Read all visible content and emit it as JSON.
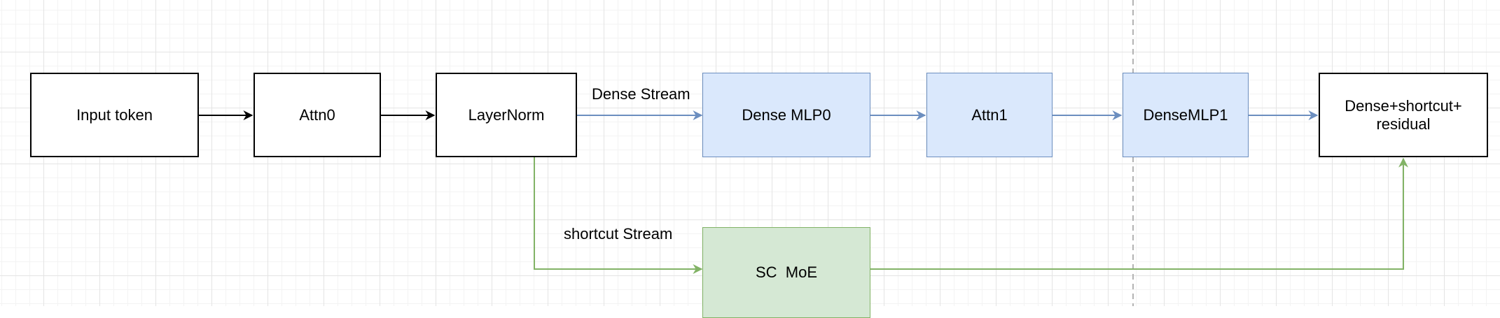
{
  "diagram": {
    "nodes": [
      {
        "id": "input",
        "label": "Input token",
        "style": "plain"
      },
      {
        "id": "attn0",
        "label": "Attn0",
        "style": "plain"
      },
      {
        "id": "layernorm",
        "label": "LayerNorm",
        "style": "plain"
      },
      {
        "id": "dense_mlp0",
        "label": "Dense MLP0",
        "style": "blue"
      },
      {
        "id": "attn1",
        "label": "Attn1",
        "style": "blue"
      },
      {
        "id": "dense_mlp1",
        "label": "DenseMLP1",
        "style": "blue"
      },
      {
        "id": "output",
        "label": "Dense+shortcut+\nresidual",
        "style": "plain"
      },
      {
        "id": "sc_moe",
        "label": "SC  MoE",
        "style": "green"
      }
    ],
    "edges": [
      {
        "from": "input",
        "to": "attn0",
        "color": "black"
      },
      {
        "from": "attn0",
        "to": "layernorm",
        "color": "black"
      },
      {
        "from": "layernorm",
        "to": "dense_mlp0",
        "color": "blue",
        "label": "Dense Stream"
      },
      {
        "from": "dense_mlp0",
        "to": "attn1",
        "color": "blue"
      },
      {
        "from": "attn1",
        "to": "dense_mlp1",
        "color": "blue"
      },
      {
        "from": "dense_mlp1",
        "to": "output",
        "color": "blue"
      },
      {
        "from": "layernorm",
        "to": "sc_moe",
        "color": "green",
        "label": "shortcut Stream"
      },
      {
        "from": "sc_moe",
        "to": "output",
        "color": "green"
      }
    ],
    "labels": {
      "dense_stream": "Dense Stream",
      "shortcut_stream": "shortcut Stream"
    },
    "colors": {
      "black_line": "#000000",
      "blue_line": "#6c8ebf",
      "green_line": "#82b366",
      "blue_fill": "#dae8fc",
      "green_fill": "#d5e8d4",
      "divider": "#b3b3b3"
    }
  }
}
